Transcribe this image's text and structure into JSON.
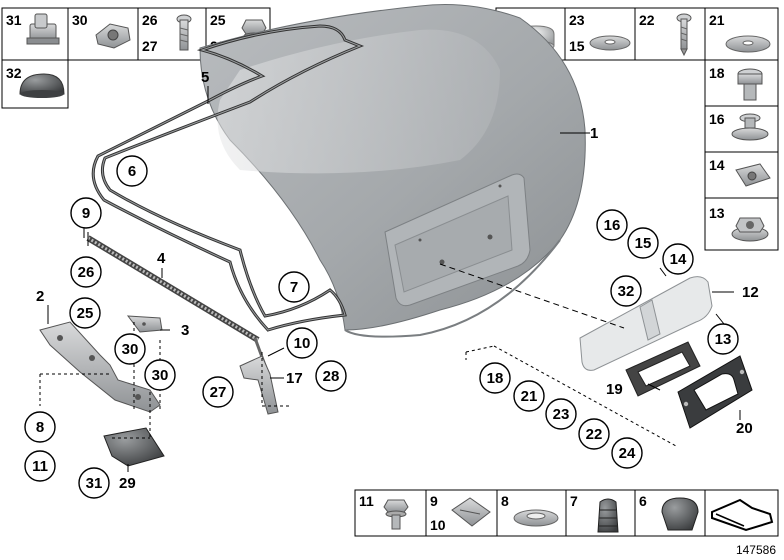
{
  "drawing_number": "147586",
  "parts": {
    "p1": "1",
    "p2": "2",
    "p3": "3",
    "p4": "4",
    "p5": "5",
    "p6": "6",
    "p7": "7",
    "p8": "8",
    "p9": "9",
    "p10": "10",
    "p11": "11",
    "p12": "12",
    "p13": "13",
    "p14": "14",
    "p15": "15",
    "p16": "16",
    "p17": "17",
    "p18": "18",
    "p19": "19",
    "p20": "20",
    "p21": "21",
    "p22": "22",
    "p23": "23",
    "p24": "24",
    "p25": "25",
    "p26": "26",
    "p27": "27",
    "p28": "28",
    "p29": "29",
    "p30": "30",
    "p31": "31",
    "p32": "32"
  }
}
